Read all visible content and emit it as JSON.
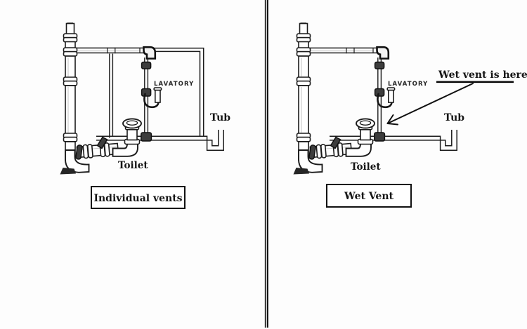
{
  "canvas": {
    "background": "#fdfdfd",
    "ink": "#1b1b1b"
  },
  "left_panel": {
    "caption": "Individual vents",
    "labels": {
      "lavatory": "LAVATORY",
      "toilet": "Toilet",
      "tub": "Tub"
    }
  },
  "right_panel": {
    "caption": "Wet Vent",
    "annotation": "Wet vent is here",
    "labels": {
      "lavatory": "LAVATORY",
      "toilet": "Toilet",
      "tub": "Tub"
    }
  }
}
